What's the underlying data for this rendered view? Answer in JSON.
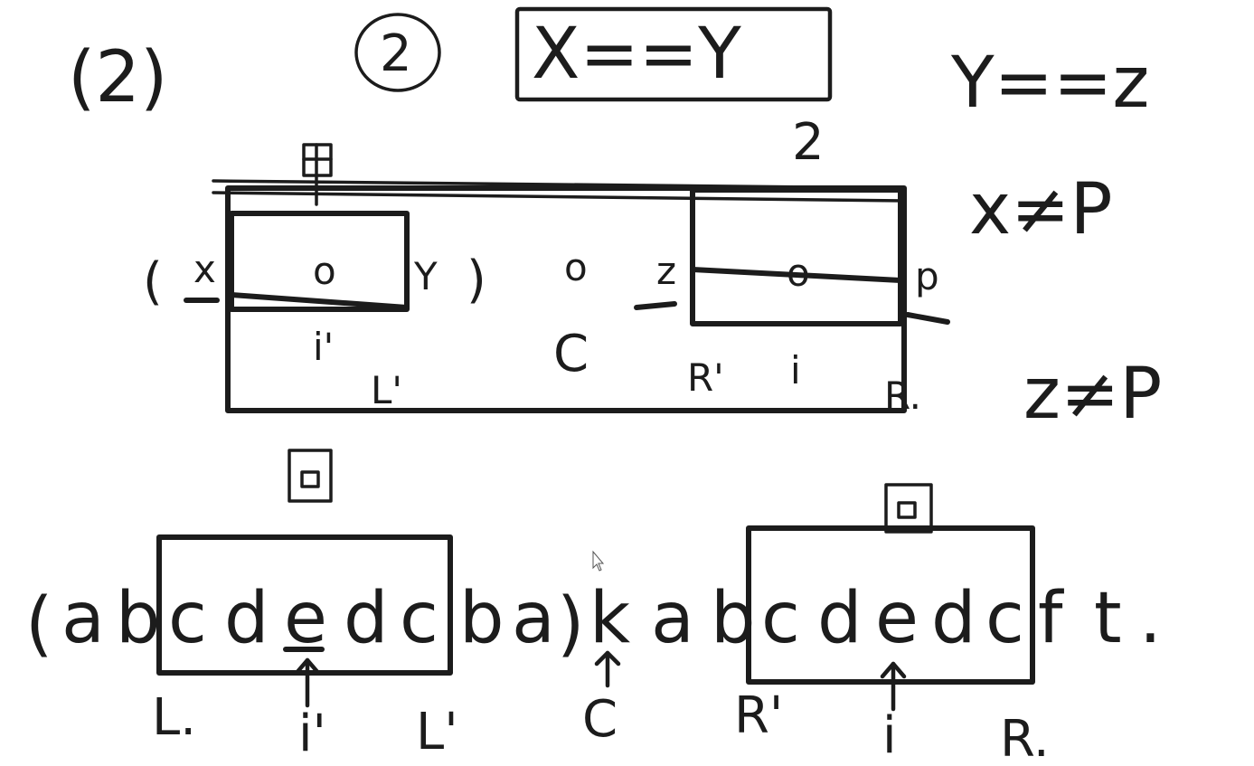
{
  "case_label": "(2)",
  "case_circled": "2",
  "condition": {
    "top_box": "X==Y",
    "z_mark": "2",
    "y_eq_z": "Y==z",
    "x_neq_p": "x≠P",
    "z_neq_p": "z≠P"
  },
  "upper_diagram": {
    "left_open": "(",
    "x_label": "x",
    "left_center": "o",
    "y_label": "Y",
    "right_paren": ")",
    "center_mark": "o",
    "z_label": "z",
    "right_center": "o",
    "p_label": "p",
    "i_prime": "i'",
    "l_prime": "L'",
    "c_label": "C",
    "r_prime": "R'",
    "i_label": "i",
    "r_label": "R."
  },
  "lower_diagram": {
    "sequence": [
      "(",
      "a",
      "b",
      "c",
      "d",
      "e",
      "d",
      "c",
      "b",
      "a",
      ")",
      "k",
      "a",
      "b",
      "c",
      "d",
      "e",
      "d",
      "c",
      "f",
      "t",
      "."
    ],
    "markers": {
      "L": "L.",
      "i_prime": "i'",
      "L_prime": "L'",
      "C": "C",
      "R_prime": "R'",
      "i": "i",
      "R": "R."
    }
  }
}
